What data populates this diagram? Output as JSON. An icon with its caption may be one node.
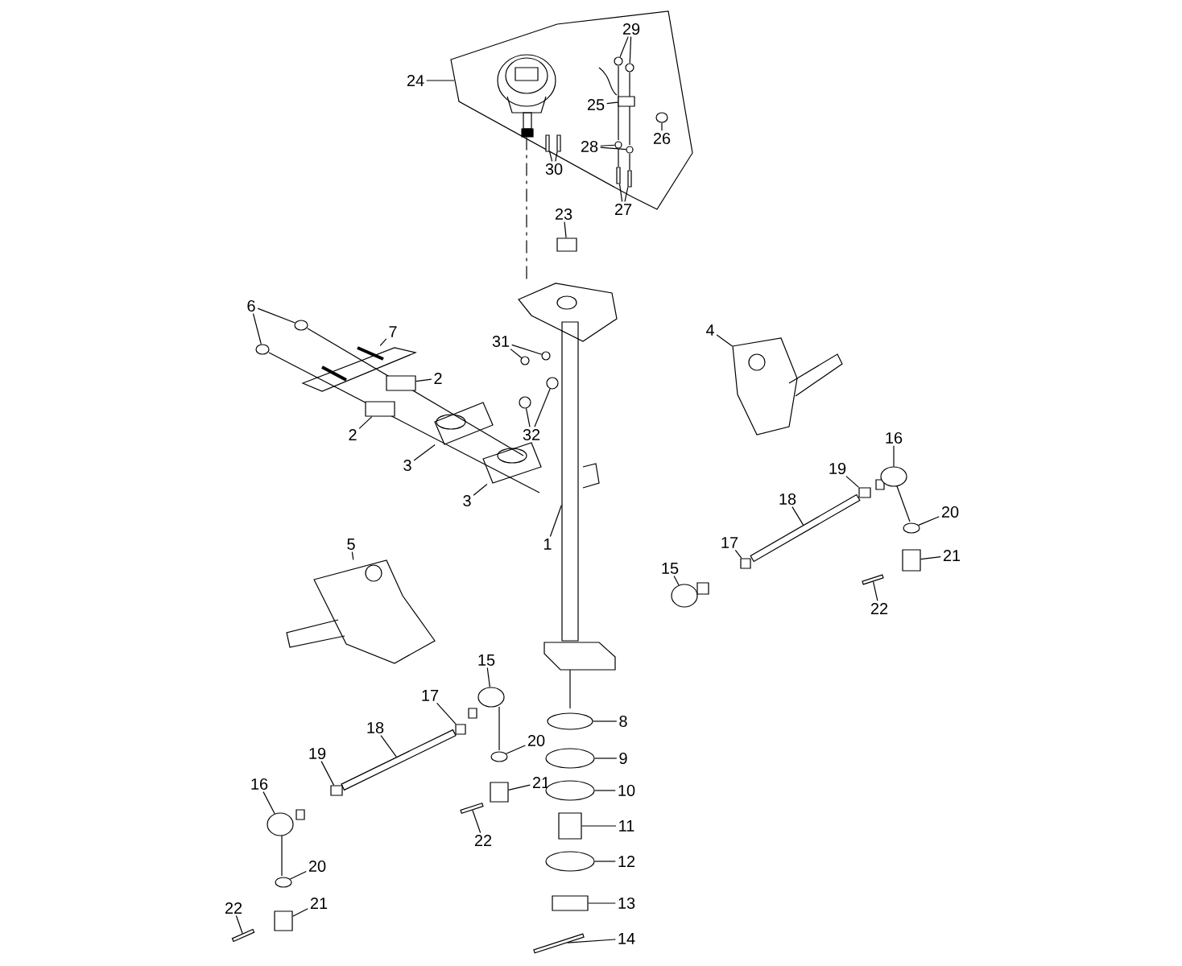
{
  "diagram": {
    "nodes": [
      {
        "text": [],
        "shape": "polygon"
      },
      {
        "text": [
          "29"
        ],
        "in": 0
      },
      {
        "text": [
          "24"
        ]
      },
      {
        "text": [
          "25"
        ],
        "in": 0
      },
      {
        "text": [
          "26"
        ],
        "in": 0
      },
      {
        "text": [
          "28"
        ],
        "in": 0
      },
      {
        "text": [
          "30"
        ]
      },
      {
        "text": [
          "27"
        ]
      },
      {
        "text": [
          "23"
        ]
      },
      {
        "text": [
          "6"
        ]
      },
      {
        "text": [
          "7"
        ]
      },
      {
        "text": [
          "4"
        ]
      },
      {
        "text": [
          "31"
        ]
      },
      {
        "text": [
          "2"
        ]
      },
      {
        "text": [
          "32"
        ]
      },
      {
        "text": [
          "2"
        ]
      },
      {
        "text": [
          "16"
        ]
      },
      {
        "text": [
          "3"
        ]
      },
      {
        "text": [
          "19"
        ]
      },
      {
        "text": [
          "3"
        ]
      },
      {
        "text": [
          "18"
        ]
      },
      {
        "text": [
          "20"
        ]
      },
      {
        "text": [
          "1"
        ]
      },
      {
        "text": [
          "17"
        ]
      },
      {
        "text": [
          "5"
        ]
      },
      {
        "text": [
          "21"
        ]
      },
      {
        "text": [
          "15"
        ]
      },
      {
        "text": [
          "22"
        ]
      },
      {
        "text": [
          "15"
        ]
      },
      {
        "text": [
          "17"
        ]
      },
      {
        "text": [
          "8"
        ]
      },
      {
        "text": [
          "18"
        ]
      },
      {
        "text": [
          "20"
        ]
      },
      {
        "text": [
          "9"
        ]
      },
      {
        "text": [
          "19"
        ]
      },
      {
        "text": [
          "21"
        ]
      },
      {
        "text": [
          "16"
        ]
      },
      {
        "text": [
          "10"
        ]
      },
      {
        "text": [
          "22"
        ]
      },
      {
        "text": [
          "11"
        ]
      },
      {
        "text": [
          "12"
        ]
      },
      {
        "text": [
          "20"
        ]
      },
      {
        "text": [
          "21"
        ]
      },
      {
        "text": [
          "13"
        ]
      },
      {
        "text": [
          "22"
        ]
      },
      {
        "text": [
          "14"
        ]
      },
      {
        "text": [],
        "shape": "circle",
        "in": 0
      },
      {
        "text": [],
        "shape": "circle",
        "in": 0
      },
      {
        "text": [],
        "shape": "box",
        "in": 0
      },
      {
        "text": [],
        "shape": "circle",
        "in": 0
      },
      {
        "text": [],
        "shape": "circle",
        "in": 0
      },
      {
        "text": [],
        "shape": "circle",
        "in": 0
      },
      {
        "text": [],
        "shape": "bar",
        "in": 0
      },
      {
        "text": [],
        "shape": "bar",
        "in": 0
      },
      {
        "text": [],
        "shape": "bar",
        "in": 0
      },
      {
        "text": [],
        "shape": "bar",
        "in": 0
      },
      {
        "text": [],
        "shape": "box"
      },
      {
        "text": [],
        "shape": "circle"
      },
      {
        "text": [],
        "shape": "circle"
      },
      {
        "text": [],
        "shape": "picture"
      },
      {
        "text": [],
        "shape": "picture"
      },
      {
        "text": [],
        "shape": "circle"
      },
      {
        "text": [],
        "shape": "circle"
      },
      {
        "text": [],
        "shape": "box"
      },
      {
        "text": [],
        "shape": "circle"
      },
      {
        "text": [],
        "shape": "circle"
      },
      {
        "text": [],
        "shape": "box"
      },
      {
        "text": [],
        "shape": "circle"
      },
      {
        "text": [],
        "shape": "picture"
      },
      {
        "text": [],
        "shape": "box"
      },
      {
        "text": [],
        "shape": "picture"
      },
      {
        "text": [],
        "shape": "bar"
      },
      {
        "text": [],
        "shape": "circle"
      },
      {
        "text": [],
        "shape": "bar"
      },
      {
        "text": [],
        "shape": "box"
      },
      {
        "text": [],
        "shape": "picture"
      },
      {
        "text": [],
        "shape": "box"
      },
      {
        "text": [],
        "shape": "circle"
      },
      {
        "text": [],
        "shape": "bar"
      },
      {
        "text": [],
        "shape": "circle"
      },
      {
        "text": [],
        "shape": "box"
      },
      {
        "text": [],
        "shape": "circle"
      },
      {
        "text": [],
        "shape": "bar"
      },
      {
        "text": [],
        "shape": "circle"
      },
      {
        "text": [],
        "shape": "circle"
      },
      {
        "text": [],
        "shape": "box"
      },
      {
        "text": [],
        "shape": "box"
      },
      {
        "text": [],
        "shape": "circle"
      },
      {
        "text": [],
        "shape": "circle"
      },
      {
        "text": [],
        "shape": "bar"
      },
      {
        "text": [],
        "shape": "box"
      },
      {
        "text": [],
        "shape": "circle"
      },
      {
        "text": [],
        "shape": "circle"
      },
      {
        "text": [],
        "shape": "box"
      },
      {
        "text": [],
        "shape": "box"
      },
      {
        "text": [],
        "shape": "bar"
      },
      {
        "text": [],
        "shape": "bar"
      },
      {
        "text": [],
        "shape": "picture",
        "in": 0
      },
      {
        "text": [],
        "shape": "picture"
      }
    ],
    "edges": [
      {
        "from": 2,
        "to": 0,
        "arrow": "none"
      },
      {
        "from": 1,
        "to": 46,
        "arrow": "none"
      },
      {
        "from": 1,
        "to": 47,
        "arrow": "none"
      },
      {
        "from": 3,
        "to": 48,
        "arrow": "none"
      },
      {
        "from": 4,
        "to": 49,
        "arrow": "none"
      },
      {
        "from": 5,
        "to": 50,
        "arrow": "none"
      },
      {
        "from": 5,
        "to": 51,
        "arrow": "none"
      },
      {
        "from": 6,
        "to": 52,
        "arrow": "none"
      },
      {
        "from": 6,
        "to": 53,
        "arrow": "none"
      },
      {
        "from": 7,
        "to": 54,
        "arrow": "none"
      },
      {
        "from": 7,
        "to": 55,
        "arrow": "none"
      },
      {
        "from": 8,
        "to": 56,
        "arrow": "none"
      },
      {
        "from": 9,
        "to": 57,
        "arrow": "none"
      },
      {
        "from": 9,
        "to": 58,
        "arrow": "none"
      },
      {
        "from": 10,
        "to": 59,
        "arrow": "none"
      },
      {
        "from": 11,
        "to": 60,
        "arrow": "none"
      },
      {
        "from": 12,
        "to": 61,
        "arrow": "none"
      },
      {
        "from": 12,
        "to": 62,
        "arrow": "none"
      },
      {
        "from": 13,
        "to": 63,
        "arrow": "none"
      },
      {
        "from": 14,
        "to": 64,
        "arrow": "none"
      },
      {
        "from": 14,
        "to": 65,
        "arrow": "none"
      },
      {
        "from": 15,
        "to": 66,
        "arrow": "none"
      },
      {
        "from": 16,
        "to": 67,
        "arrow": "none"
      },
      {
        "from": 17,
        "to": 68,
        "arrow": "none"
      },
      {
        "from": 18,
        "to": 69,
        "arrow": "none"
      },
      {
        "from": 19,
        "to": 70,
        "arrow": "none"
      },
      {
        "from": 20,
        "to": 71,
        "arrow": "none"
      },
      {
        "from": 21,
        "to": 72,
        "arrow": "none"
      },
      {
        "from": 22,
        "to": 73,
        "arrow": "none"
      },
      {
        "from": 23,
        "to": 74,
        "arrow": "none"
      },
      {
        "from": 24,
        "to": 75,
        "arrow": "none"
      },
      {
        "from": 25,
        "to": 76,
        "arrow": "none"
      },
      {
        "from": 26,
        "to": 77,
        "arrow": "none"
      },
      {
        "from": 27,
        "to": 78,
        "arrow": "none"
      },
      {
        "from": 28,
        "to": 79,
        "arrow": "none"
      },
      {
        "from": 29,
        "to": 80,
        "arrow": "none"
      },
      {
        "from": 30,
        "to": 81,
        "arrow": "none"
      },
      {
        "from": 31,
        "to": 82,
        "arrow": "none"
      },
      {
        "from": 32,
        "to": 83,
        "arrow": "none"
      },
      {
        "from": 33,
        "to": 84,
        "arrow": "none"
      },
      {
        "from": 34,
        "to": 85,
        "arrow": "none"
      },
      {
        "from": 35,
        "to": 86,
        "arrow": "none"
      },
      {
        "from": 36,
        "to": 87,
        "arrow": "none"
      },
      {
        "from": 37,
        "to": 88,
        "arrow": "none"
      },
      {
        "from": 38,
        "to": 89,
        "arrow": "none"
      },
      {
        "from": 39,
        "to": 90,
        "arrow": "none"
      },
      {
        "from": 40,
        "to": 91,
        "arrow": "none"
      },
      {
        "from": 41,
        "to": 92,
        "arrow": "none"
      },
      {
        "from": 42,
        "to": 93,
        "arrow": "none"
      },
      {
        "from": 43,
        "to": 94,
        "arrow": "none"
      },
      {
        "from": 44,
        "to": 95,
        "arrow": "none"
      },
      {
        "from": 45,
        "to": 96,
        "arrow": "none"
      },
      {
        "from": 97,
        "to": 98,
        "arrow": "none",
        "style": "dashed"
      }
    ]
  }
}
